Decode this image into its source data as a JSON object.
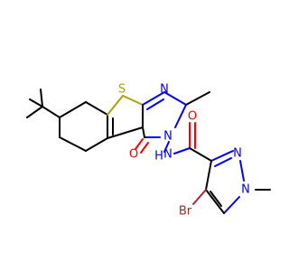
{
  "atoms": {
    "sulfur": "S",
    "pyrimidine_n1": "N",
    "pyrimidine_n3": "N",
    "ring_oxygen": "O",
    "amide_nh": "N",
    "amide_h": "H",
    "amide_oxygen": "O",
    "pyrazole_n2": "N",
    "pyrazole_n1": "N",
    "bromine": "Br"
  },
  "colors": {
    "sulfur": "#b0a000",
    "nitrogen": "#0000ff",
    "oxygen": "#ff0000",
    "bromine": "#a52a2a",
    "bond": "#000000"
  }
}
